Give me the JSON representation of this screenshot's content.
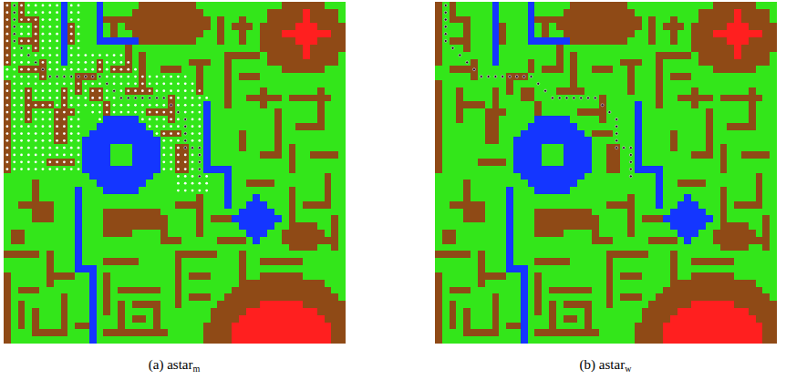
{
  "diagram": {
    "labels": [
      "(a) astar",
      "m",
      "(b) astar",
      "w"
    ]
  }
}
